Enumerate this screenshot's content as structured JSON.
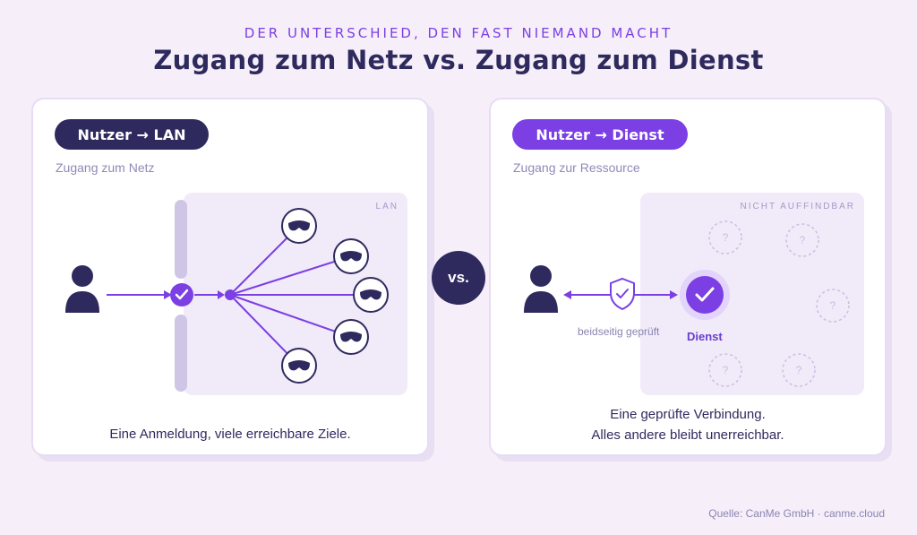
{
  "header": {
    "eyebrow": "DER UNTERSCHIED, DEN FAST NIEMAND MACHT",
    "title": "Zugang zum Netz vs. Zugang zum Dienst"
  },
  "left_panel": {
    "pill": "Nutzer → LAN",
    "subtitle": "Zugang zum Netz",
    "zone_label": "LAN",
    "caption": "Eine Anmeldung, viele erreichbare Ziele."
  },
  "vs_badge": "vs.",
  "right_panel": {
    "pill": "Nutzer → Dienst",
    "subtitle": "Zugang zur Ressource",
    "zone_label": "NICHT AUFFINDBAR",
    "verified_label": "beidseitig geprüft",
    "service_label": "Dienst",
    "unknown_mark": "?",
    "caption_line1": "Eine geprüfte Verbindung.",
    "caption_line2": "Alles andere bleibt unerreichbar."
  },
  "footer": {
    "source": "Quelle: CanMe GmbH · canme.cloud"
  },
  "colors": {
    "dark": "#2f2a5e",
    "accent": "#7b3fe4",
    "zone": "#f1eaf9",
    "background": "#f6eff9"
  },
  "icons": [
    "user-icon",
    "check-icon",
    "masked-intruder-icon",
    "shield-check-icon",
    "question-icon"
  ]
}
